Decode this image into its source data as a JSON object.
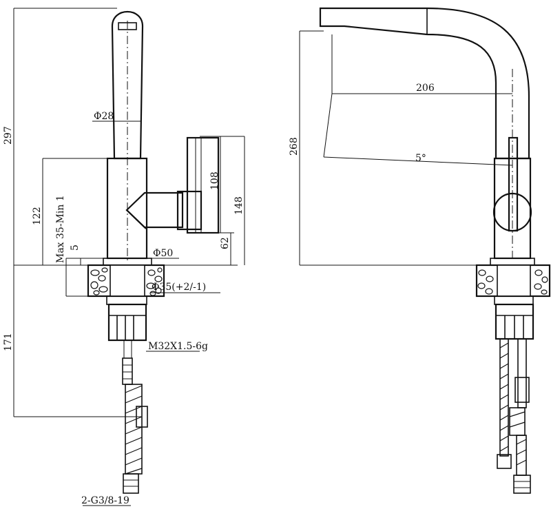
{
  "dimensions": {
    "overall_height": "297",
    "spout_diameter": "Φ28",
    "body_height": "122",
    "handle_height": "108",
    "handle_total": "148",
    "handle_offset": "62",
    "deck_thickness": "Max 35-Min 1",
    "gap": "5",
    "base_diameter": "Φ50",
    "hole_diameter": "Φ35(+2/-1)",
    "below_deck": "171",
    "thread": "M32X1.5-6g",
    "hose_connection": "2-G3/8-19",
    "side_height": "268",
    "reach": "206",
    "angle": "5°"
  }
}
